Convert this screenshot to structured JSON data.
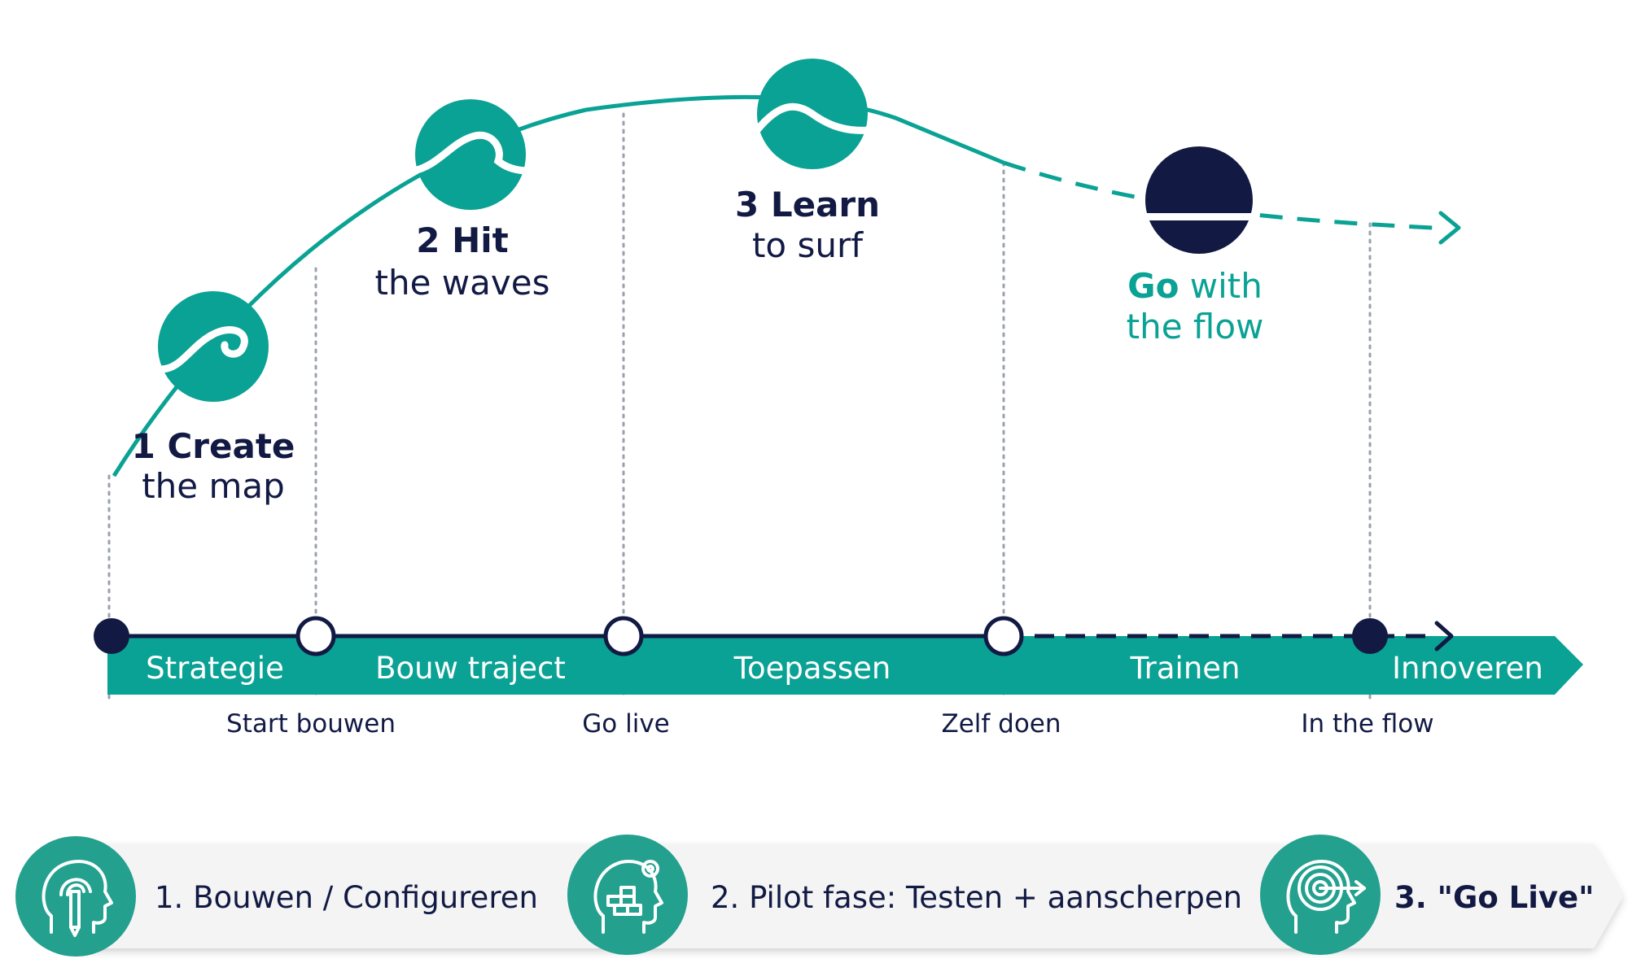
{
  "stages": [
    {
      "num": "1 Create",
      "sub": "the map"
    },
    {
      "num": "2 Hit",
      "sub": "the waves"
    },
    {
      "num": "3 Learn",
      "sub": "to surf"
    }
  ],
  "flow": {
    "go": "Go",
    "with": " with",
    "sub": "the flow"
  },
  "phases": [
    "Strategie",
    "Bouw traject",
    "Toepassen",
    "Trainen",
    "Innoveren"
  ],
  "milestones": [
    "Start bouwen",
    "Go live",
    "Zelf doen",
    "In the flow"
  ],
  "steps": [
    "1. Bouwen / Configureren",
    "2. Pilot fase: Testen + aanscherpen",
    "3. \"Go Live\""
  ],
  "colors": {
    "teal": "#0aa294",
    "navy": "#121a44",
    "dots": "#9aa0ad",
    "banner": "#f2f2f2"
  },
  "icons": [
    "wave-icon",
    "wave-icon",
    "wave-icon",
    "horizon-icon",
    "head-pencil-icon",
    "head-gear-blocks-icon",
    "head-target-icon"
  ]
}
